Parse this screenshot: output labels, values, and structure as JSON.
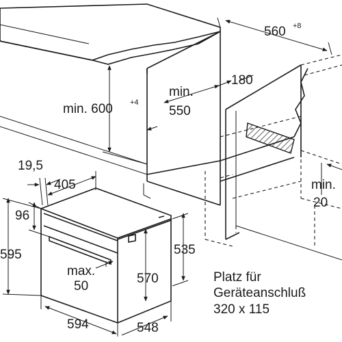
{
  "diagram": {
    "colors": {
      "line": "#1a1a1a",
      "counter_shade": "#e6e6e6",
      "hatch": "#1a1a1a"
    },
    "labels": {
      "niche_width": "560",
      "niche_width_tol": "+8",
      "niche_height_min": "min. 600",
      "niche_height_tol": "+4",
      "depth_min_line1": "min.",
      "depth_min_line2": "550",
      "rear_gap": "180",
      "right_min_line1": "min.",
      "right_min_line2": "20",
      "panel_thickness": "19,5",
      "front_to_body": "405",
      "top_offset": "96",
      "total_height": "595",
      "body_height": "535",
      "inner_height": "570",
      "handle_line1": "max.",
      "handle_line2": "50",
      "width_front": "594",
      "width_body": "548"
    },
    "note": {
      "line1": "Platz für",
      "line2": "Geräteanschluß",
      "line3": "320 x 115"
    }
  }
}
